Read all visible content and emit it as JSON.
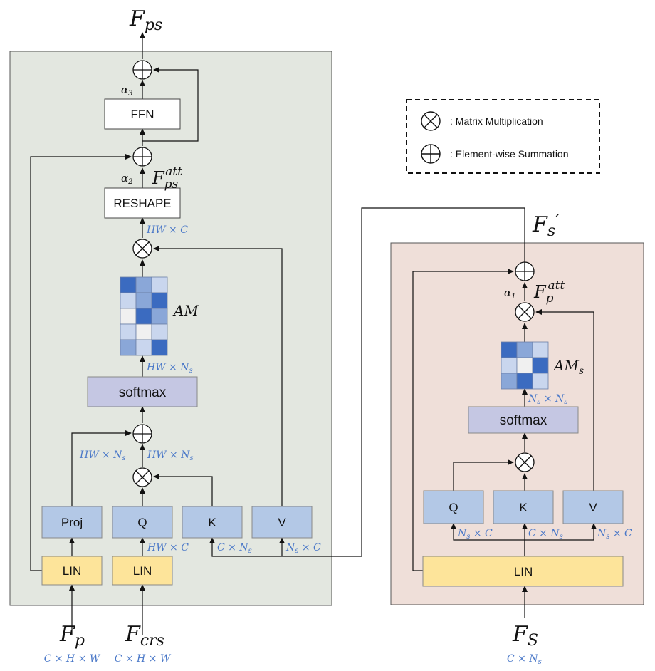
{
  "colors": {
    "left_panel": "#e3e7e0",
    "right_panel": "#efdfd9",
    "lin_fill": "#fde49a",
    "qkv_fill": "#b3c8e6",
    "softmax_fill": "#c5c7e3",
    "map_dark": "#3b6bc0",
    "map_mid": "#8aa7d8",
    "map_light": "#c9d6ee",
    "map_pale": "#f0f0f0",
    "dim_text": "#4a78c8"
  },
  "legend": {
    "matmul_text": ": Matrix Multiplication",
    "sum_text": ": Element-wise Summation"
  },
  "left": {
    "title": {
      "base": "F",
      "sub": "ps"
    },
    "alpha3": {
      "base": "α",
      "sub": "3"
    },
    "ffn": "FFN",
    "alpha2": {
      "base": "α",
      "sub": "2"
    },
    "fpsatt": {
      "base": "F",
      "sub": "ps",
      "sup": "att"
    },
    "reshape": "RESHAPE",
    "dim_hwc_top": "HW × C",
    "am": "AM",
    "dim_hw_ns_am": {
      "base": "HW × N",
      "sub": "s"
    },
    "softmax": "softmax",
    "dim_hw_ns_proj": {
      "base": "HW × N",
      "sub": "s"
    },
    "dim_hw_ns_mm": {
      "base": "HW × N",
      "sub": "s"
    },
    "proj": "Proj",
    "q": "Q",
    "k": "K",
    "v": "V",
    "dim_hwc_q": "HW × C",
    "dim_c_ns": {
      "base": "C × N",
      "sub": "s"
    },
    "dim_ns_c": {
      "base": "N",
      "sub": "s",
      "rest": " × C"
    },
    "lin1": "LIN",
    "lin2": "LIN",
    "fp": {
      "base": "F",
      "sub": "p"
    },
    "fp_dim": "C × H × W",
    "fcrs": {
      "base": "F",
      "sub": "crs"
    },
    "fcrs_dim": "C × H × W"
  },
  "right": {
    "fsprime": {
      "base": "F",
      "sub": "s",
      "prime": "′"
    },
    "alpha1": {
      "base": "α",
      "sub": "1"
    },
    "fpatt": {
      "base": "F",
      "sub": "p",
      "sup": "att"
    },
    "ams": {
      "base": "AM",
      "sub": "s"
    },
    "dim_ns_ns": {
      "base": "N",
      "sub": "s",
      "mid": " × N",
      "sub2": "s"
    },
    "softmax": "softmax",
    "q": "Q",
    "k": "K",
    "v": "V",
    "dim_ns_c_q": {
      "base": "N",
      "sub": "s",
      "rest": " × C"
    },
    "dim_c_ns_k": {
      "base": "C × N",
      "sub": "s"
    },
    "dim_ns_c_v": {
      "base": "N",
      "sub": "s",
      "rest": " × C"
    },
    "lin": "LIN",
    "fs": {
      "base": "F",
      "sub": "S"
    },
    "fs_dim": {
      "base": "C × N",
      "sub": "s"
    }
  }
}
